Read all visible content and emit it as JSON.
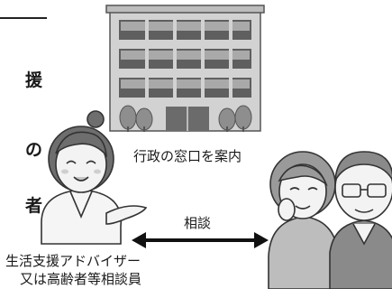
{
  "side_text": [
    "援",
    "の",
    "者"
  ],
  "labels": {
    "admin_window": "行政の窓口を案内",
    "consultation": "相談",
    "advisor_line1": "生活支援アドバイザー",
    "advisor_line2": "又は高齢者等相談員"
  },
  "colors": {
    "building_light": "#d4d4d4",
    "building_mid": "#a8a8a8",
    "building_dark": "#5a5a5a",
    "skin": "#f3f3f3",
    "hair_dark": "#6e6e6e",
    "hair_gray": "#9a9a9a"
  }
}
